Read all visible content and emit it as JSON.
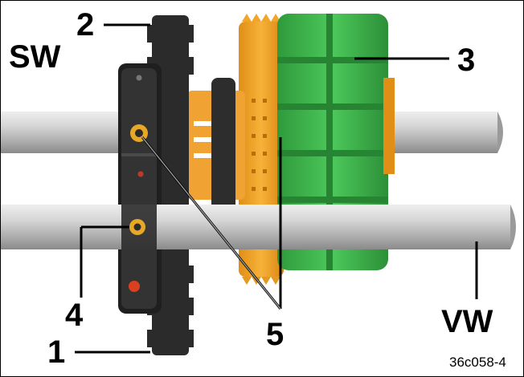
{
  "labels": {
    "sw": "SW",
    "vw": "VW",
    "c1": "1",
    "c2": "2",
    "c3": "3",
    "c4": "4",
    "c5": "5",
    "ref": "36c058-4"
  },
  "colors": {
    "shaft": "#c8c8c8",
    "black_gear": "#2b2b2b",
    "orange_gear": "#f2a529",
    "green_gear": "#3bb34a",
    "leader": "#000000"
  }
}
